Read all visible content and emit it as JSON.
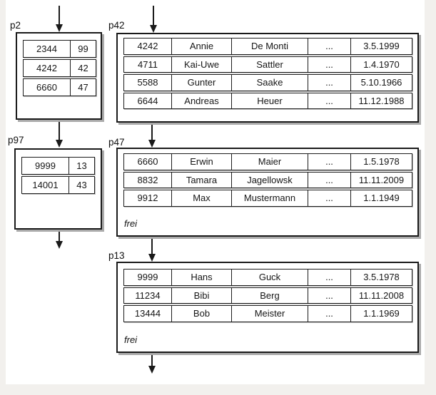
{
  "diagram": {
    "boxes": {
      "p2": {
        "label": "p2",
        "rows": [
          [
            "2344",
            "99"
          ],
          [
            "4242",
            "42"
          ],
          [
            "6660",
            "47"
          ]
        ]
      },
      "p42": {
        "label": "p42",
        "rows": [
          [
            "4242",
            "Annie",
            "De Monti",
            "...",
            "3.5.1999"
          ],
          [
            "4711",
            "Kai-Uwe",
            "Sattler",
            "...",
            "1.4.1970"
          ],
          [
            "5588",
            "Gunter",
            "Saake",
            "...",
            "5.10.1966"
          ],
          [
            "6644",
            "Andreas",
            "Heuer",
            "...",
            "11.12.1988"
          ]
        ]
      },
      "p97": {
        "label": "p97",
        "rows": [
          [
            "9999",
            "13"
          ],
          [
            "14001",
            "43"
          ]
        ]
      },
      "p47": {
        "label": "p47",
        "free_label": "frei",
        "rows": [
          [
            "6660",
            "Erwin",
            "Maier",
            "...",
            "1.5.1978"
          ],
          [
            "8832",
            "Tamara",
            "Jagellowsk",
            "...",
            "11.11.2009"
          ],
          [
            "9912",
            "Max",
            "Mustermann",
            "...",
            "1.1.1949"
          ]
        ]
      },
      "p13": {
        "label": "p13",
        "free_label": "frei",
        "rows": [
          [
            "9999",
            "Hans",
            "Guck",
            "...",
            "3.5.1978"
          ],
          [
            "11234",
            "Bibi",
            "Berg",
            "...",
            "11.11.2008"
          ],
          [
            "13444",
            "Bob",
            "Meister",
            "...",
            "1.1.1969"
          ]
        ]
      }
    },
    "colors": {
      "ink": "#1a1a1a",
      "paper": "#ffffff",
      "page_background": "#f2f0ed",
      "shadow": "#ababab"
    }
  }
}
